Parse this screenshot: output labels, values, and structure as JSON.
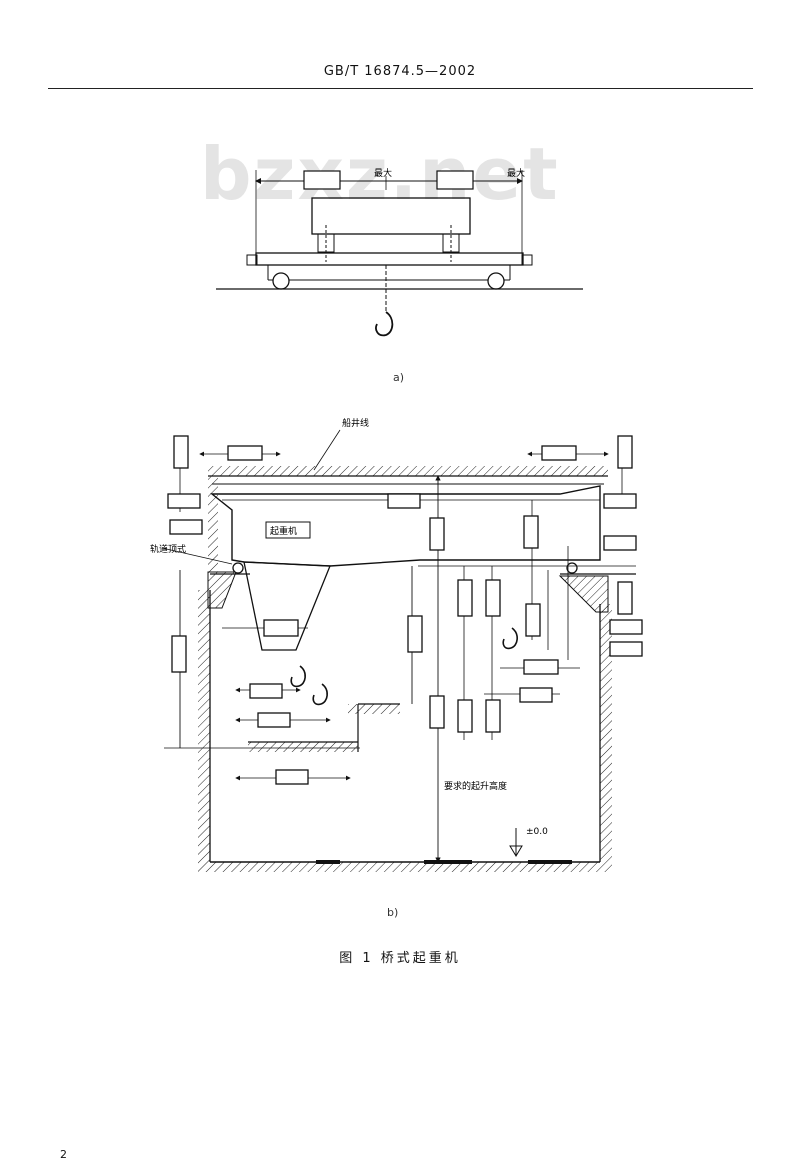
{
  "header": {
    "standard_no": "GB/T 16874.5—2002"
  },
  "watermark": {
    "text": "bzxz.net"
  },
  "figure_a": {
    "label": "a)",
    "dim_labels": [
      "最大",
      "最大"
    ]
  },
  "figure_b": {
    "label": "b)",
    "callouts": {
      "cross_section": "船井线",
      "crane": "起重机",
      "rail_top": "轨道顶式",
      "required_height": "要求的起升高度",
      "level": "±0.0"
    }
  },
  "caption": {
    "text": "图 1   桥式起重机"
  },
  "page": {
    "number": "2"
  }
}
